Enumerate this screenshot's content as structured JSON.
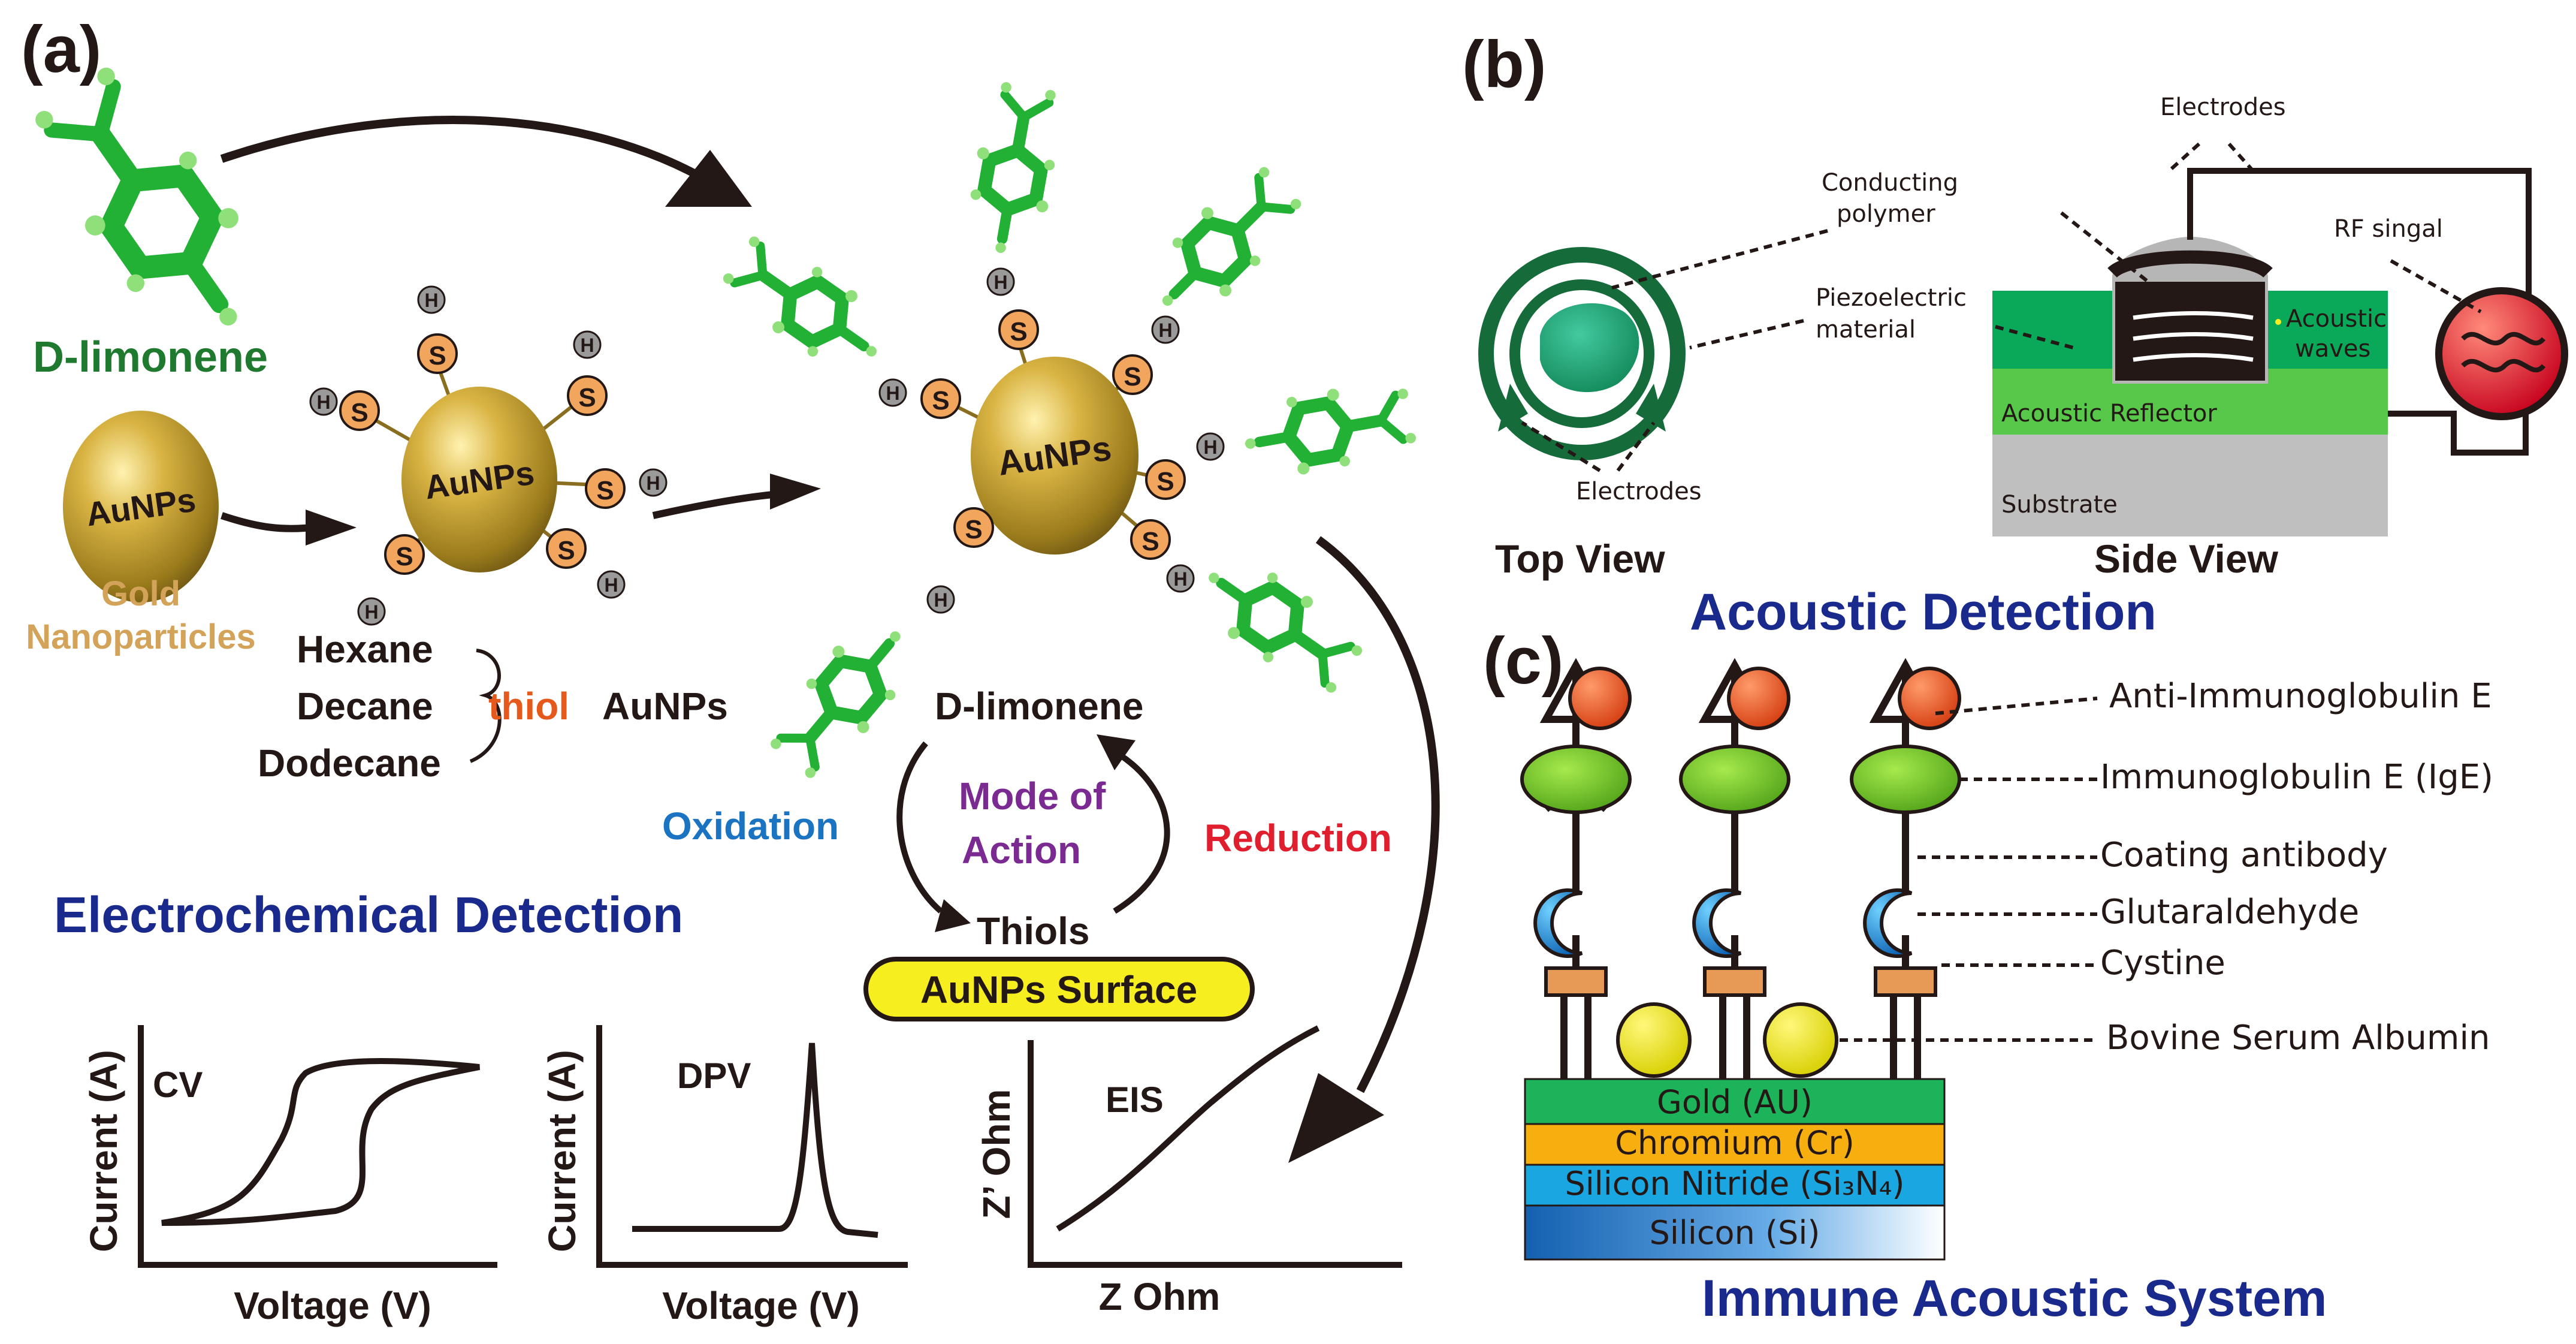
{
  "panels": {
    "a": {
      "label": "(a)",
      "d_limonene": "D-limonene",
      "aunps": "AuNPs",
      "gold_line1": "Gold",
      "gold_line2": "Nanoparticles",
      "s": "S",
      "h": "H",
      "hexane": "Hexane",
      "decane": "Decane",
      "dodecane": "Dodecane",
      "thiol": "thiol",
      "aunps_word": "AuNPs",
      "cycle_top": "D-limonene",
      "oxidation": "Oxidation",
      "mode_line1": "Mode of",
      "mode_line2": "Action",
      "reduction": "Reduction",
      "thiols": "Thiols",
      "surface": "AuNPs Surface",
      "section_title": "Electrochemical Detection",
      "plots": {
        "cv": {
          "name": "CV",
          "ylabel": "Current (A)",
          "xlabel": "Voltage (V)"
        },
        "dpv": {
          "name": "DPV",
          "ylabel": "Current (A)",
          "xlabel": "Voltage (V)"
        },
        "eis": {
          "name": "EIS",
          "ylabel": "Z’ Ohm",
          "xlabel": "Z Ohm"
        }
      }
    },
    "b": {
      "label": "(b)",
      "electrodes_top": "Electrodes",
      "conducting_line1": "Conducting",
      "conducting_line2": "polymer",
      "piezo_line1": "Piezoelectric",
      "piezo_line2": "material",
      "electrodes_bottom": "Electrodes",
      "rf": "RF singal",
      "acoustic_line1": "Acoustic",
      "acoustic_line2": "waves",
      "reflector": "Acoustic Reflector",
      "substrate": "Substrate",
      "top_view": "Top View",
      "side_view": "Side View",
      "section_title": "Acoustic Detection"
    },
    "c": {
      "label": "(c)",
      "labels": [
        "Anti-Immunoglobulin E",
        "Immunoglobulin E (IgE)",
        "Coating antibody",
        "Glutaraldehyde",
        "Cystine",
        "Bovine Serum Albumin"
      ],
      "layers": [
        "Gold (AU)",
        "Chromium (Cr)",
        "Silicon Nitride (Si₃N₄)",
        "Silicon (Si)"
      ],
      "section_title": "Immune Acoustic System"
    }
  },
  "colors": {
    "title_blue": "#1a2a8c",
    "molecule_green": "#22b035",
    "gold": "#c9a433",
    "sulfur": "#f2a55c",
    "thiol_orange": "#e55a1c",
    "oxidation_blue": "#1a74c2",
    "mode_purple": "#7b2a92",
    "reduction_red": "#e01e2e",
    "label_gold": "#d4a35a",
    "d_limonene_green": "#1f7a30",
    "surface_yellow": "#f7ee20"
  }
}
